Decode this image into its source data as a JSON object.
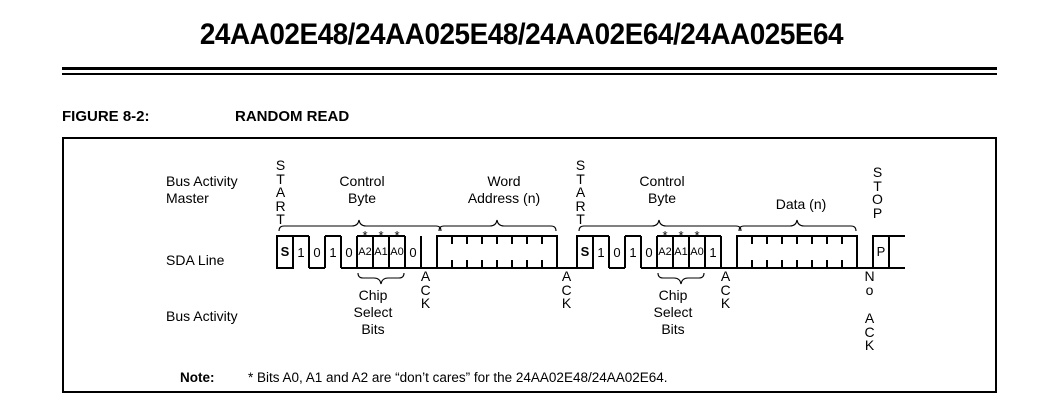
{
  "page": {
    "header_title": "24AA02E48/24AA025E48/24AA02E64/24AA025E64"
  },
  "figure": {
    "number": "FIGURE 8-2:",
    "title": "RANDOM READ",
    "row_labels": {
      "bus_activity_master": "Bus Activity\nMaster",
      "sda_line": "SDA Line",
      "bus_activity": "Bus Activity"
    },
    "markers": {
      "start_1": "S\nT\nA\nR\nT",
      "start_2": "S\nT\nA\nR\nT",
      "stop": "S\nT\nO\nP",
      "ack_1": "A\nC\nK",
      "ack_2": "A\nC\nK",
      "ack_3": "A\nC\nK",
      "no_label": "N\no",
      "no_ack": "A\nC\nK"
    },
    "sections": {
      "control_byte_1": "Control\nByte",
      "word_address": "Word\nAddress (n)",
      "control_byte_2": "Control\nByte",
      "data": "Data (n)",
      "chip_select_1": "Chip\nSelect\nBits",
      "chip_select_2": "Chip\nSelect\nBits"
    },
    "sda_symbols": {
      "start_1": "S",
      "start_2": "S",
      "stop": "P"
    },
    "control_byte_1_bits": [
      "1",
      "0",
      "1",
      "0",
      "A2",
      "A1",
      "A0",
      "0"
    ],
    "control_byte_2_bits": [
      "1",
      "0",
      "1",
      "0",
      "A2",
      "A1",
      "A0",
      "1"
    ],
    "dontcare_marks": [
      "*",
      "*",
      "*"
    ],
    "word_address_bit_count": 8,
    "data_bit_count": 8,
    "note": {
      "label": "Note:",
      "text": "* Bits A0, A1 and A2 are “don’t cares” for the 24AA02E48/24AA02E64."
    }
  }
}
